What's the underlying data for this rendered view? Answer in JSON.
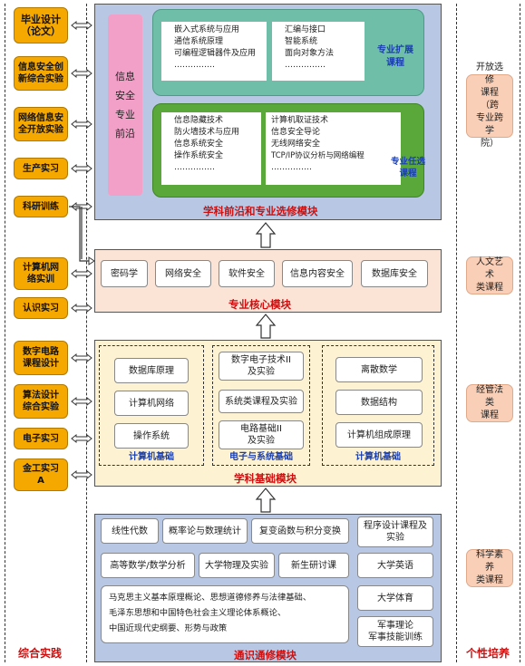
{
  "left_column": {
    "items": [
      "毕业设计\n（论文）",
      "信息安全创\n新综合实验",
      "网络信息安\n全开放实验",
      "生产实习",
      "科研训练",
      "计算机网\n络实训",
      "认识实习",
      "数字电路\n课程设计",
      "算法设计\n综合实验",
      "电子实习",
      "金工实习\nA"
    ],
    "footer": "综合实践"
  },
  "right_column": {
    "items": [
      "开放选修\n课程（跨\n专业跨学\n院）",
      "人文艺术\n类课程",
      "经管法类\n课程",
      "科学素养\n类课程"
    ],
    "footer": "个性培养"
  },
  "frontier_module": {
    "title": "学科前沿和专业选修模块",
    "pink_label": "信息\n安全\n专业\n前沿",
    "extension": {
      "label": "专业扩展\n课程",
      "list_a": [
        "嵌入式系统与应用",
        "通信系统原理",
        "可编程逻辑器件及应用",
        "……………"
      ],
      "list_b": [
        "汇编与接口",
        "智能系统",
        "面向对象方法",
        "……………"
      ]
    },
    "elective": {
      "label": "专业任选\n课程",
      "list_a": [
        "信息隐藏技术",
        "防火墙技术与应用",
        "信息系统安全",
        "操作系统安全",
        "……………"
      ],
      "list_b": [
        "计算机取证技术",
        "信息安全导论",
        "无线网络安全",
        "TCP/IP协议分析与网络编程",
        "……………"
      ]
    }
  },
  "core_module": {
    "title": "专业核心模块",
    "courses": [
      "密码学",
      "网络安全",
      "软件安全",
      "信息内容安全",
      "数据库安全"
    ]
  },
  "foundation_module": {
    "title": "学科基础模块",
    "groups": [
      {
        "label": "计算机基础",
        "items": [
          "数据库原理",
          "计算机网络",
          "操作系统"
        ]
      },
      {
        "label": "电子与系统基础",
        "items": [
          "数字电子技术II\n及实验",
          "系统类课程及实验",
          "电路基础II\n及实验"
        ]
      },
      {
        "label": "计算机基础",
        "items": [
          "离散数学",
          "数据结构",
          "计算机组成原理"
        ]
      }
    ]
  },
  "general_module": {
    "title": "通识通修模块",
    "row1": [
      "线性代数",
      "概率论与数理统计",
      "复变函数与积分变换"
    ],
    "row2": [
      "高等数学/数学分析",
      "大学物理及实验",
      "新生研讨课"
    ],
    "politics": "马克思主义基本原理概论、思想道德修养与法律基础、\n毛泽东思想和中国特色社会主义理论体系概论、\n中国近现代史纲要、形势与政策",
    "right_items": [
      "程序设计课程及\n实验",
      "大学英语",
      "大学体育",
      "军事理论\n军事技能训练"
    ]
  },
  "colors": {
    "side_orange": "#f5a800",
    "right_salmon": "#f9cfb7",
    "frontier_bg": "#b8c8e4",
    "teal": "#6fbfa8",
    "green": "#5aa83a",
    "pink": "#f3a0c8",
    "core_bg": "#fbe3d6",
    "foundation_bg": "#fdf3d2",
    "general_bg": "#b8c8e4",
    "title_red": "#cc1010",
    "label_blue": "#1a3fb0"
  }
}
